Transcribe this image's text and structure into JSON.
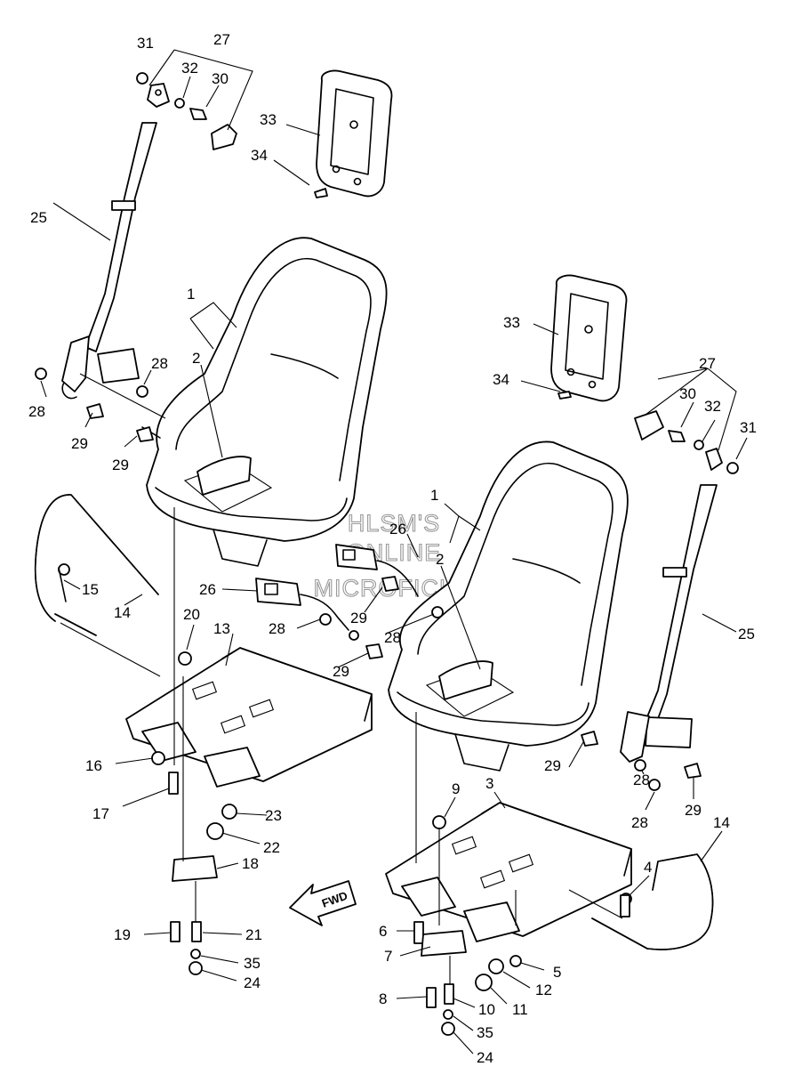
{
  "watermark": {
    "line1": "HLSM'S",
    "line2": "ONLINE",
    "line3": "MICROFICHE"
  },
  "direction_arrow": {
    "label": "FWD",
    "icon": "arrow-left-icon"
  },
  "callouts": {
    "c1a": "1",
    "c1b": "1",
    "c2a": "2",
    "c2b": "2",
    "c3": "3",
    "c4": "4",
    "c5": "5",
    "c6": "6",
    "c7": "7",
    "c8": "8",
    "c9": "9",
    "c10": "10",
    "c11": "11",
    "c12": "12",
    "c13": "13",
    "c14a": "14",
    "c14b": "14",
    "c15": "15",
    "c16": "16",
    "c17": "17",
    "c18": "18",
    "c19": "19",
    "c20": "20",
    "c21": "21",
    "c22": "22",
    "c23": "23",
    "c24a": "24",
    "c24b": "24",
    "c25a": "25",
    "c25b": "25",
    "c26a": "26",
    "c26b": "26",
    "c27a": "27",
    "c27b": "27",
    "c28a": "28",
    "c28b": "28",
    "c28c": "28",
    "c28d": "28",
    "c28e": "28",
    "c28f": "28",
    "c29a": "29",
    "c29b": "29",
    "c29c": "29",
    "c29d": "29",
    "c29e": "29",
    "c29f": "29",
    "c30a": "30",
    "c30b": "30",
    "c31a": "31",
    "c31b": "31",
    "c32a": "32",
    "c32b": "32",
    "c33a": "33",
    "c33b": "33",
    "c34a": "34",
    "c34b": "34",
    "c35a": "35",
    "c35b": "35"
  }
}
